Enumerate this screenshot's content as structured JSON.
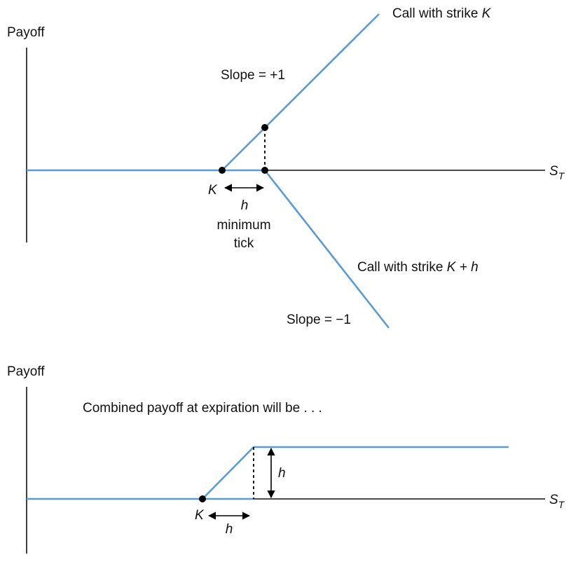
{
  "colors": {
    "payoff_line": "#5b9bd5",
    "axis": "#111111",
    "point": "#000000",
    "guide": "#000000"
  },
  "top_panel": {
    "y_axis_label": "Payoff",
    "x_axis_label_main": "S",
    "x_axis_label_sub": "T",
    "call_k_label": "Call with strike ",
    "call_k_var": "K",
    "call_kh_label": "Call with strike ",
    "call_kh_var": "K + h",
    "slope_up_label": "Slope = +1",
    "slope_down_label": "Slope = −1",
    "strike_label": "K",
    "h_label": "h",
    "tick_line1": "minimum",
    "tick_line2": "tick"
  },
  "bottom_panel": {
    "y_axis_label": "Payoff",
    "x_axis_label_main": "S",
    "x_axis_label_sub": "T",
    "caption": "Combined payoff at expiration will be . . .",
    "strike_label": "K",
    "h_horizontal_label": "h",
    "h_vertical_label": "h"
  }
}
